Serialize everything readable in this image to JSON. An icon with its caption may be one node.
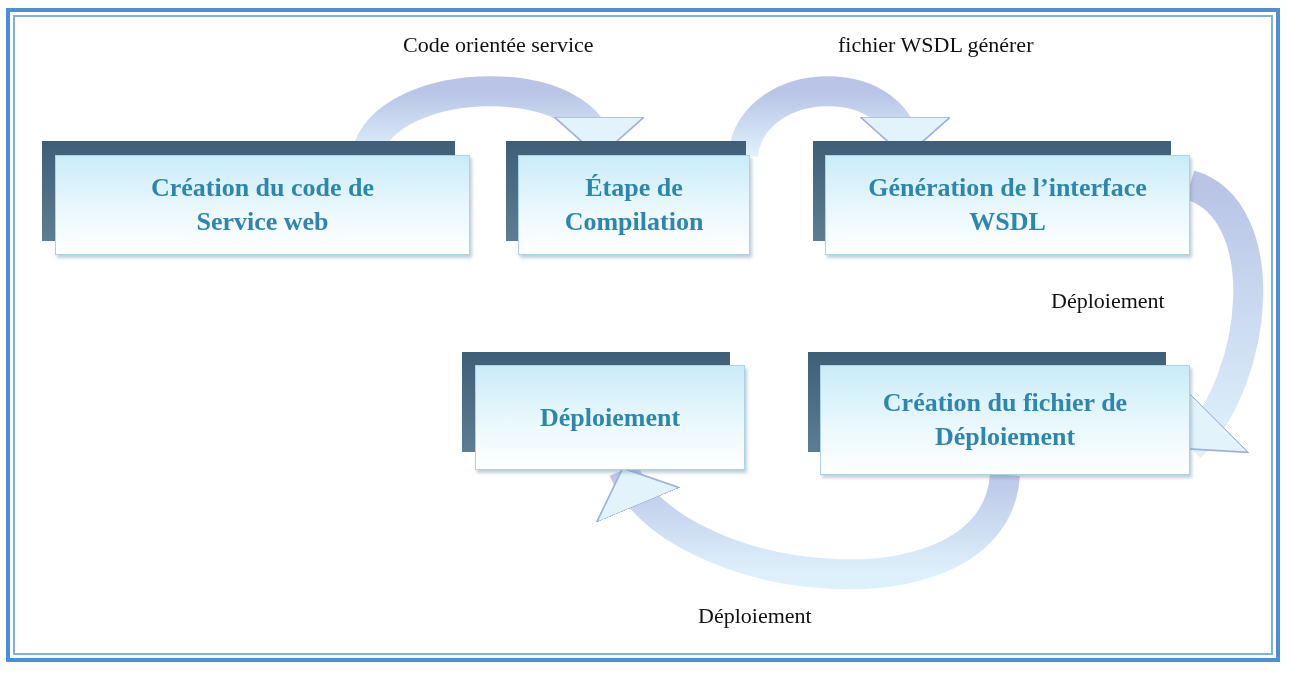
{
  "diagram": {
    "nodes": [
      {
        "text": [
          "Création du code de Service web"
        ]
      },
      {
        "text": [
          "Étape de Compilation"
        ]
      },
      {
        "text": [
          "Génération de l’interface WSDL"
        ]
      },
      {
        "text": [
          "Déploiement"
        ]
      },
      {
        "text": [
          "Création du fichier de Déploiement"
        ]
      }
    ],
    "edges": [
      {
        "from": 0,
        "to": 1,
        "arrow": "to",
        "label": "Code orientée service"
      },
      {
        "from": 1,
        "to": 2,
        "arrow": "to",
        "label": "fichier WSDL générer"
      },
      {
        "from": 2,
        "to": 4,
        "arrow": "to",
        "label": "Déploiement"
      },
      {
        "from": 4,
        "to": 3,
        "arrow": "to",
        "label": "Déploiement"
      }
    ]
  }
}
